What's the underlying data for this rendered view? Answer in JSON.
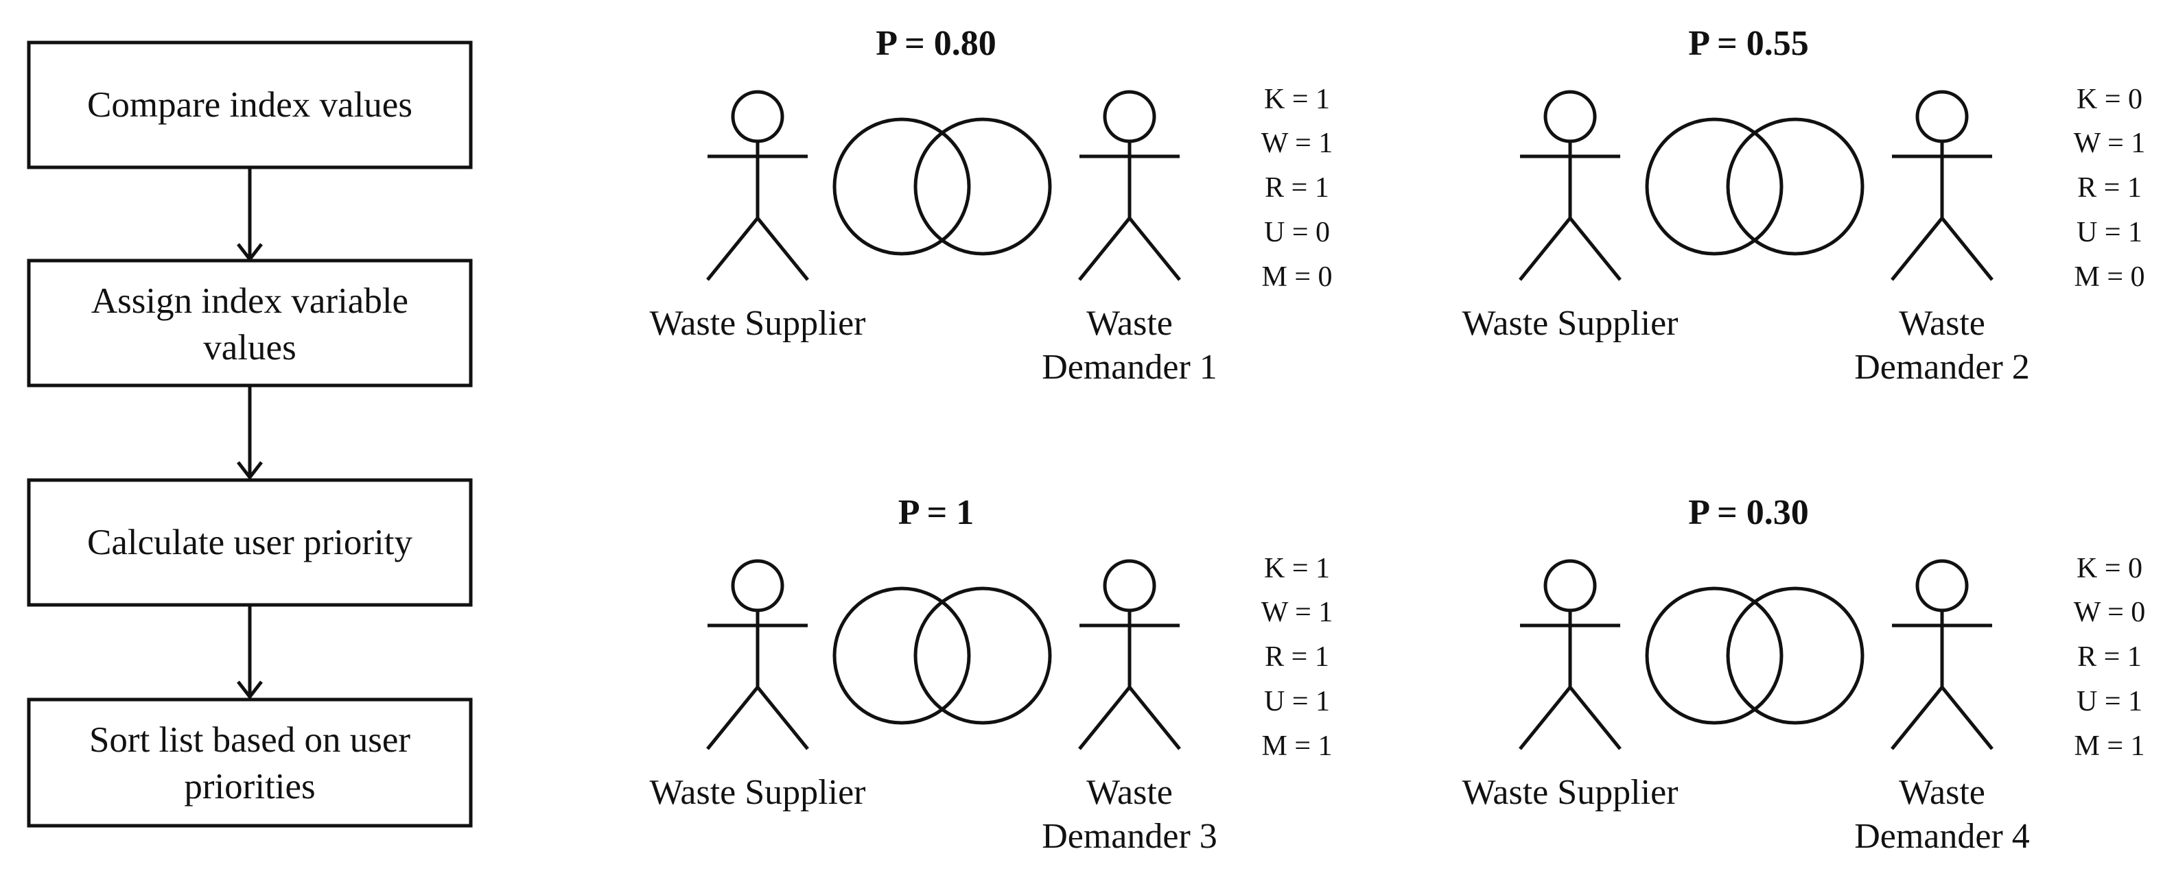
{
  "flowchart": {
    "steps": [
      {
        "lines": [
          "Compare index values"
        ]
      },
      {
        "lines": [
          "Assign index variable",
          "values"
        ]
      },
      {
        "lines": [
          "Calculate user priority"
        ]
      },
      {
        "lines": [
          "Sort list based on user",
          "priorities"
        ]
      }
    ]
  },
  "scenarios": [
    {
      "p_label": "P = 0.80",
      "supplier_label": "Waste Supplier",
      "demander_label": [
        "Waste",
        "Demander 1"
      ],
      "variables": [
        "K = 1",
        "W = 1",
        "R = 1",
        "U = 0",
        "M = 0"
      ]
    },
    {
      "p_label": "P = 0.55",
      "supplier_label": "Waste Supplier",
      "demander_label": [
        "Waste",
        "Demander 2"
      ],
      "variables": [
        "K = 0",
        "W = 1",
        "R = 1",
        "U = 1",
        "M = 0"
      ]
    },
    {
      "p_label": "P = 1",
      "supplier_label": "Waste Supplier",
      "demander_label": [
        "Waste",
        "Demander 3"
      ],
      "variables": [
        "K = 1",
        "W = 1",
        "R = 1",
        "U = 1",
        "M = 1"
      ]
    },
    {
      "p_label": "P = 0.30",
      "supplier_label": "Waste Supplier",
      "demander_label": [
        "Waste",
        "Demander 4"
      ],
      "variables": [
        "K = 0",
        "W = 0",
        "R = 1",
        "U = 1",
        "M = 1"
      ]
    }
  ]
}
